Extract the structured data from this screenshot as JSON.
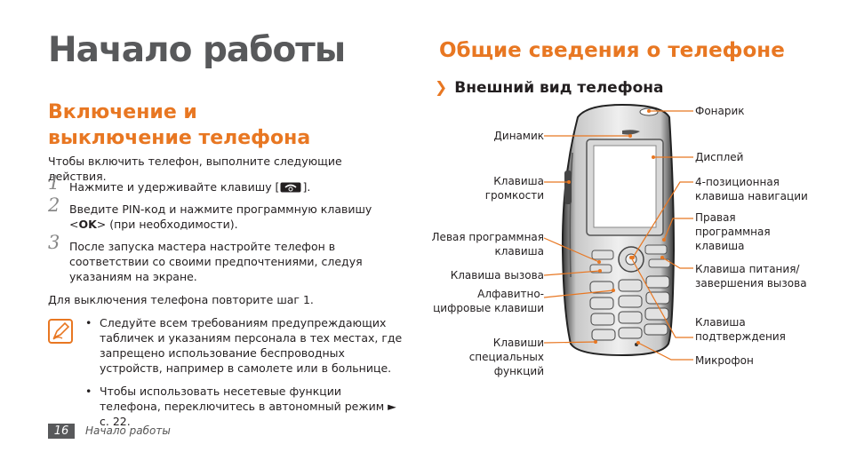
{
  "page": {
    "main_title": "Начало работы",
    "left_section_title": "Включение и выключение телефона",
    "intro": "Чтобы включить телефон, выполните следующие действия.",
    "steps": [
      {
        "num": "1",
        "text": "Нажмите и удерживайте клавишу [ ]."
      },
      {
        "num": "2",
        "text_before": "Введите PIN-код и нажмите программную клавишу <",
        "key": "OK",
        "text_after": "> (при необходимости)."
      },
      {
        "num": "3",
        "text": "После запуска мастера настройте телефон в соответствии со своими предпочтениями, следуя указаниям на экране."
      }
    ],
    "after_steps": "Для выключения телефона повторите шаг 1.",
    "bullet_mark": "•",
    "notes": [
      "Следуйте всем требованиям предупреждающих табличек и указаниям персонала в тех местах, где запрещено использование беспроводных устройств, например в самолете или в больнице.",
      "Чтобы использовать несетевые функции телефона, переключитесь в автономный режим ► с. 22."
    ],
    "right_section_title": "Общие сведения о телефоне",
    "subhead_arrow": "❯",
    "subhead": "Внешний вид телефона",
    "footer_page": "16",
    "footer_label": "Начало работы"
  },
  "callouts_left": [
    "Динамик",
    "Клавиша громкости",
    "Левая программная клавиша",
    "Клавиша вызова",
    "Алфавитно-цифровые клавиши",
    "Клавиши специальных функций"
  ],
  "callouts_right": [
    "Фонарик",
    "Дисплей",
    "4-позиционная клавиша навигации",
    "Правая программная клавиша",
    "Клавиша питания/ завершения вызова",
    "Клавиша подтверждения",
    "Микрофон"
  ],
  "colors": {
    "accent": "#e87722",
    "heading_gray": "#58595b",
    "text": "#231f20"
  }
}
